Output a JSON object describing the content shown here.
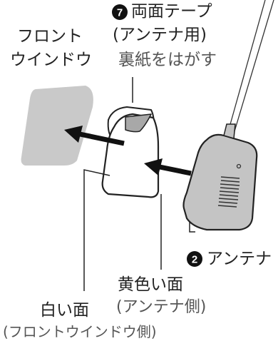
{
  "tape": {
    "number": "7",
    "title": "両面テープ",
    "subtitle": "(アンテナ用)",
    "note": "裏紙をはがす"
  },
  "windshield": {
    "line1": "フロント",
    "line2": "ウインドウ"
  },
  "antenna": {
    "number": "2",
    "label": "アンテナ"
  },
  "yellow_side": {
    "label": "黄色い面",
    "note": "(アンテナ側)"
  },
  "white_side": {
    "label": "白い面",
    "note": "(フロントウインドウ側)"
  }
}
